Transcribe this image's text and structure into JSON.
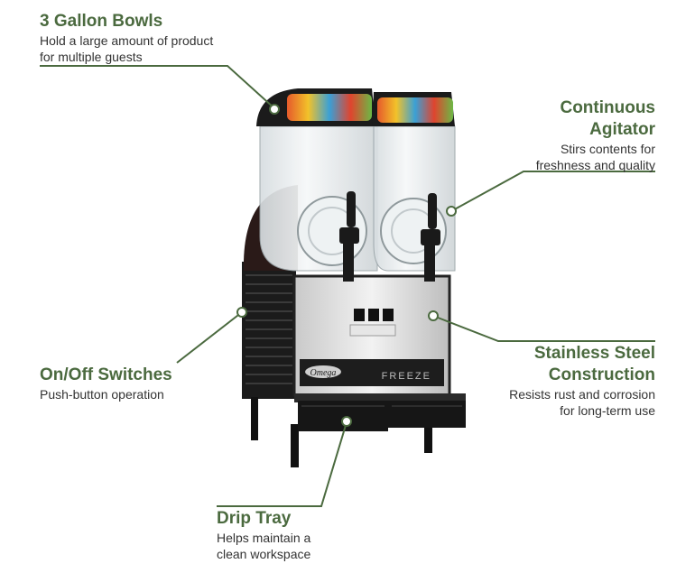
{
  "colors": {
    "accent": "#4b6a3f",
    "leader_line": "#4b6a3f",
    "text": "#333333"
  },
  "machine": {
    "brand_badge": "Omega",
    "model_label": "FREEZE"
  },
  "callouts": {
    "bowls": {
      "title": "3 Gallon Bowls",
      "text": "Hold a large amount of product\nfor multiple guests"
    },
    "agitator": {
      "title": "Continuous\nAgitator",
      "text": "Stirs contents for\nfreshness and quality"
    },
    "switches": {
      "title": "On/Off Switches",
      "text": "Push-button operation"
    },
    "steel": {
      "title": "Stainless Steel\nConstruction",
      "text": "Resists rust and corrosion\nfor long-term use"
    },
    "drip": {
      "title": "Drip Tray",
      "text": "Helps maintain a\nclean workspace"
    }
  }
}
